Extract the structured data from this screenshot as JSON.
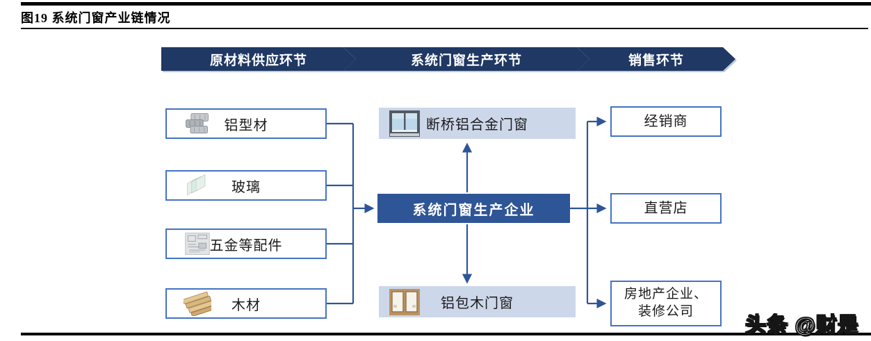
{
  "figure": {
    "title": "图19 系统门窗产业链情况"
  },
  "stages": [
    {
      "label": "原材料供应环节"
    },
    {
      "label": "系统门窗生产环节"
    },
    {
      "label": "销售环节"
    }
  ],
  "raw_materials": [
    {
      "icon": "aluminum-profile-icon",
      "label": "铝型材"
    },
    {
      "icon": "glass-icon",
      "label": "玻璃"
    },
    {
      "icon": "hardware-icon",
      "label": "五金等配件"
    },
    {
      "icon": "wood-icon",
      "label": "木材"
    }
  ],
  "production": {
    "company": "系统门窗生产企业",
    "products": [
      {
        "icon": "aluminum-window-icon",
        "label": "断桥铝合金门窗"
      },
      {
        "icon": "wood-window-icon",
        "label": "铝包木门窗"
      }
    ]
  },
  "sales_channels": [
    {
      "label": "经销商"
    },
    {
      "label": "直营店"
    },
    {
      "label": "房地产企业、\n装修公司"
    }
  ],
  "watermark": "头条 @财是",
  "colors": {
    "stage_banner": "#1f3864",
    "company_box": "#2e5596",
    "product_box_bg": "#cdd7ea",
    "box_border": "#4472c4",
    "connector": "#2e5596",
    "rule": "#000000"
  }
}
